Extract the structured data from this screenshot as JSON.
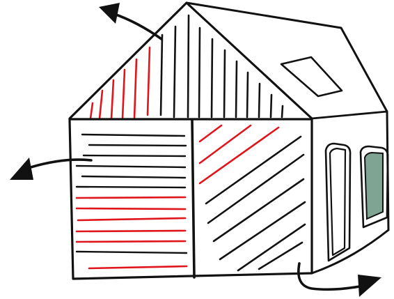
{
  "diagram": {
    "subject": "house",
    "arrow_count": 3,
    "colors": {
      "ink": "#111111",
      "red_hatch": "#e0141b",
      "window_glass": "#7fa493",
      "paper": "#ffffff"
    },
    "icons": [
      "house-drawing",
      "skylight-icon",
      "door-icon",
      "window-icon",
      "arrow-roof-icon",
      "arrow-wall-icon",
      "arrow-floor-icon"
    ]
  }
}
